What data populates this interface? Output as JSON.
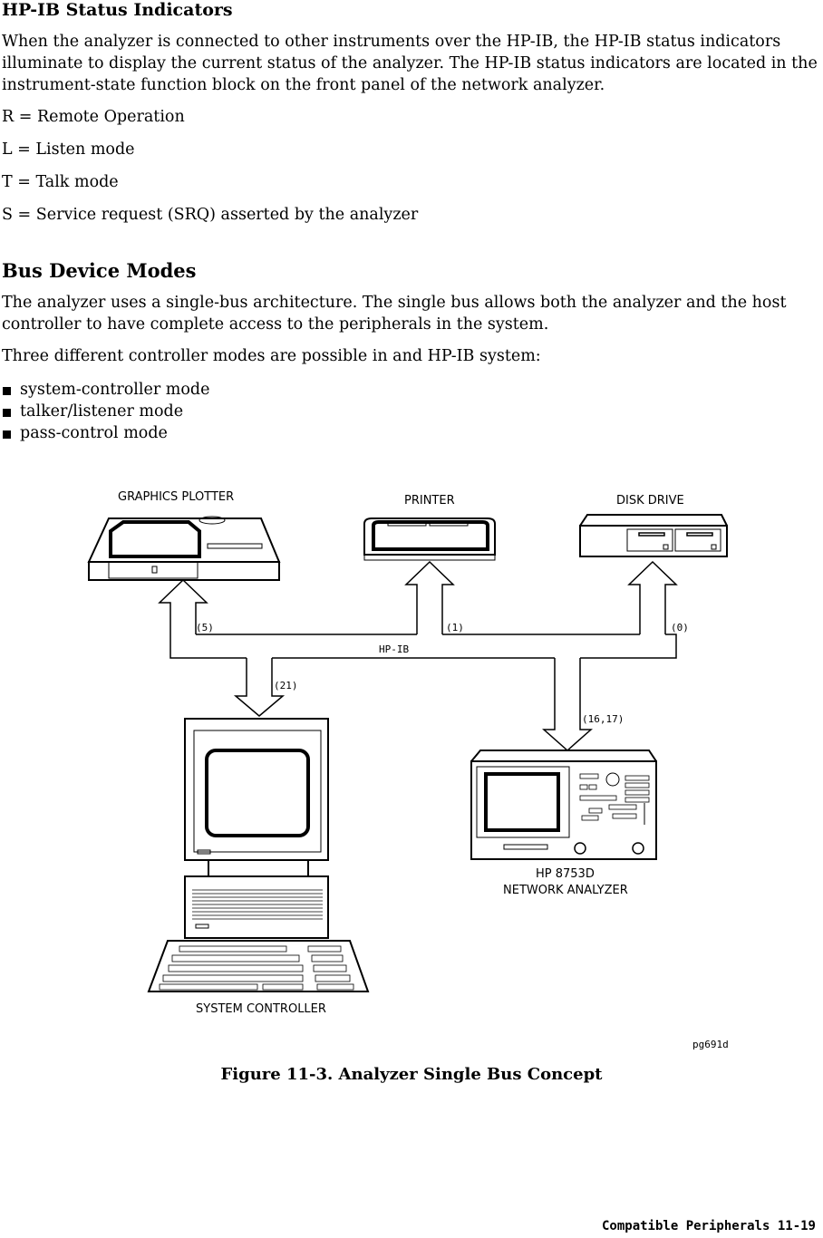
{
  "section1": {
    "title": "HP-IB Status Indicators",
    "intro": "When the analyzer is connected to other instruments over the HP-IB, the HP-IB status indicators illuminate to display the current status of the analyzer. The HP-IB status indicators are located in the instrument-state function block on the front panel of the network analyzer.",
    "indicators": [
      "R = Remote Operation",
      "L = Listen mode",
      "T = Talk mode",
      "S = Service request (SRQ) asserted by the analyzer"
    ]
  },
  "section2": {
    "title": "Bus Device Modes",
    "para1": "The analyzer uses a single-bus architecture. The single bus allows both the analyzer and the host controller to have complete access to the peripherals in the system.",
    "para2": "Three different controller modes are possible in and HP-IB system:",
    "modes": [
      "system-controller mode",
      "talker/listener mode",
      "pass-control mode"
    ]
  },
  "figure": {
    "devices": {
      "plotter": "GRAPHICS PLOTTER",
      "printer": "PRINTER",
      "disk": "DISK DRIVE",
      "controller": "SYSTEM CONTROLLER",
      "analyzer_line1": "HP 8753D",
      "analyzer_line2": "NETWORK ANALYZER"
    },
    "addresses": {
      "plotter": "(5)",
      "printer": "(1)",
      "disk": "(0)",
      "controller": "(21)",
      "analyzer": "(16,17)"
    },
    "bus_label": "HP-IB",
    "figure_id": "pg691d",
    "caption": "Figure 11-3. Analyzer Single Bus Concept"
  },
  "footer": "Compatible Peripherals   11-19"
}
